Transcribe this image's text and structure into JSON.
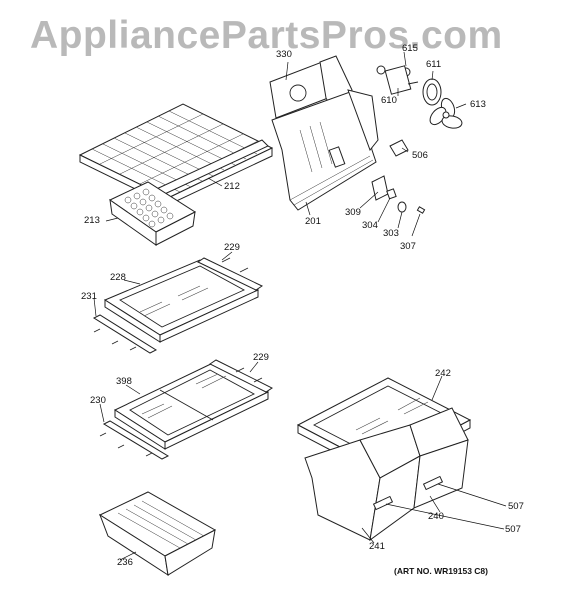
{
  "watermark": "AppliancePartsPros.com",
  "art_number": "(ART NO. WR19153 C8)",
  "callouts": {
    "c330": "330",
    "c615": "615",
    "c611": "611",
    "c610": "610",
    "c613": "613",
    "c506": "506",
    "c212": "212",
    "c213": "213",
    "c201": "201",
    "c309": "309",
    "c304": "304",
    "c303": "303",
    "c307": "307",
    "c229a": "229",
    "c228": "228",
    "c231": "231",
    "c229b": "229",
    "c398": "398",
    "c230": "230",
    "c242": "242",
    "c507a": "507",
    "c240": "240",
    "c507b": "507",
    "c241": "241",
    "c236": "236"
  }
}
